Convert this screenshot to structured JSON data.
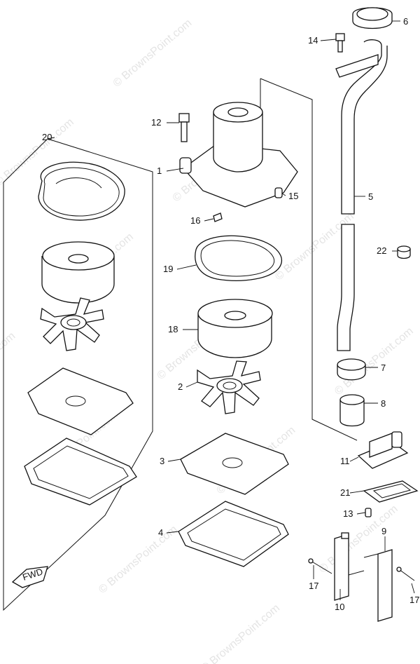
{
  "watermark": "© BrownsPoint.com",
  "direction_badge": "FWD",
  "callouts": {
    "p1": "1",
    "p2": "2",
    "p3": "3",
    "p4": "4",
    "p5": "5",
    "p6": "6",
    "p7": "7",
    "p8": "8",
    "p9": "9",
    "p10": "10",
    "p11": "11",
    "p12": "12",
    "p13": "13",
    "p14": "14",
    "p15": "15",
    "p16": "16",
    "p17a": "17",
    "p17b": "17",
    "p18": "18",
    "p19": "19",
    "p20": "20",
    "p21": "21",
    "p22": "22"
  }
}
